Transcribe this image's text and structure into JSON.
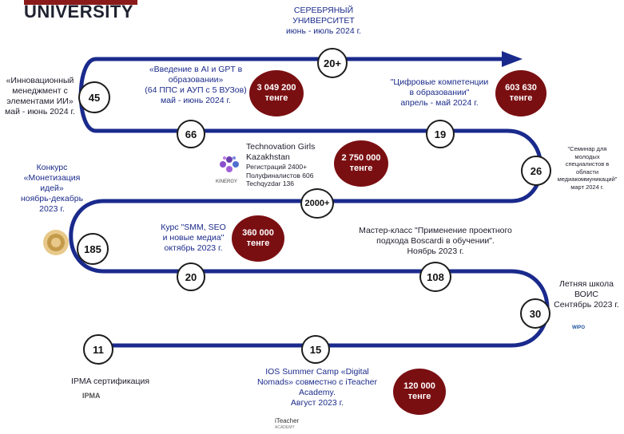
{
  "logo": {
    "text": "UNIVERSITY"
  },
  "colors": {
    "track": "#1a2a8c",
    "money_circle": "#7a0f12",
    "label_blue": "#1b2b8a"
  },
  "events": {
    "serebryany": {
      "title_1": "СЕРЕБРЯНЫЙ",
      "title_2": "УНИВЕРСИТЕТ",
      "date": "июнь - июль 2024 г.",
      "count": "20+"
    },
    "innovation": {
      "line_1": "«Инновационный",
      "line_2": "менеджмент с",
      "line_3": "элементами ИИ»",
      "date": "май - июнь 2024 г.",
      "count": "45"
    },
    "ai_gpt": {
      "line_1": "«Введение в AI и GPT в",
      "line_2": "образовании»",
      "line_3": "(64 ППС и АУП с 5 ВУЗов)",
      "date": "май - июнь 2024 г.",
      "count": "66",
      "amount": "3 049 200",
      "currency": "тенге"
    },
    "digital": {
      "line_1": "\"Цифровые компетенции",
      "line_2": "в образовании\"",
      "date": "апрель - май 2024 г.",
      "count": "19",
      "amount": "603 630",
      "currency": "тенге"
    },
    "seminar": {
      "line_1": "\"Семинар для",
      "line_2": "молодых",
      "line_3": "специалистов в",
      "line_4": "области",
      "line_5": "медиакоммуникаций\"",
      "date": "март 2024 г.",
      "count": "26"
    },
    "technovation": {
      "line_1": "Technovation Girls",
      "line_2": "Kazakhstan",
      "stat_1": "Регистраций 2400+",
      "stat_2": "Полуфиналистов 606",
      "stat_3": "Techqyzdar 136",
      "count": "2000+",
      "amount": "2 750 000",
      "currency": "тенге",
      "brand": "KINERGY"
    },
    "monetization": {
      "line_1": "Конкурс",
      "line_2": "«Монетизация",
      "line_3": "идей»",
      "date_1": "ноябрь-декабрь",
      "date_2": "2023 г.",
      "count": "185"
    },
    "smm": {
      "line_1": "Курс \"SMM, SEO",
      "line_2": "и новые медиа\"",
      "date": "октябрь 2023 г.",
      "count": "20",
      "amount": "360 000",
      "currency": "тенге"
    },
    "masterclass": {
      "line_1": "Мастер-класс \"Применение проектного",
      "line_2": "подхода Boscardi в обучении\".",
      "date": "Ноябрь 2023 г.",
      "count": "108"
    },
    "wipo": {
      "line_1": "Летняя школа",
      "line_2": "ВОИС",
      "date": "Сентябрь 2023 г.",
      "count": "30",
      "brand": "WIPO"
    },
    "ipma": {
      "title": "IPMA сертификация",
      "count": "11",
      "brand": "IPMA"
    },
    "ios": {
      "line_1": "IOS Summer Camp «Digital",
      "line_2": "Nomads» совместно с iTeacher",
      "line_3": "Academy.",
      "date": "Август 2023 г.",
      "count": "15",
      "amount": "120 000",
      "currency": "тенге",
      "brand_1": "iTeacher",
      "brand_2": "ACADEMY"
    }
  }
}
